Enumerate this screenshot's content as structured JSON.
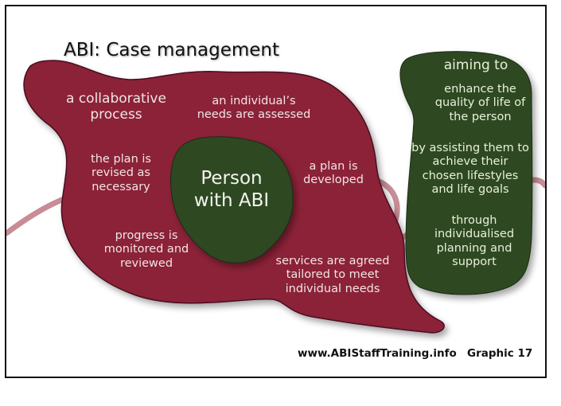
{
  "title": "ABI: Case management",
  "cycle": {
    "collaborative": "a collaborative process",
    "assessed": "an individual’s needs are assessed",
    "developed": "a plan is developed",
    "services": "services are agreed tailored to meet individual needs",
    "monitored": "progress is monitored and reviewed",
    "revised": "the plan is revised as necessary"
  },
  "center": "Person with ABI",
  "aims": {
    "heading": "aiming to",
    "enhance": "enhance the quality of life of the person",
    "assisting": "by assisting them to achieve their chosen lifestyles and life goals",
    "through": "through individualised planning and support"
  },
  "footer": {
    "website": "www.ABIStaffTraining.info",
    "graphic": "Graphic 17"
  },
  "colors": {
    "cycle_shape": "#8b2237",
    "center_shape": "#2f4a23",
    "aims_shape": "#2f4a23",
    "loop_line": "#c98c96"
  }
}
